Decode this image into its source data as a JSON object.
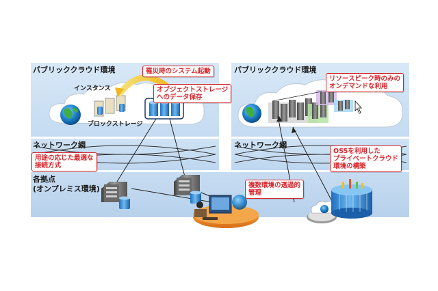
{
  "left_panel": {
    "title": "パブリッククラウド環境",
    "instance_label": "インスタンス",
    "block_storage_label": "ブロックストレージ",
    "callout_disaster": "罹災時のシステム起動",
    "callout_object_storage_line1": "オブジェクトストレージ",
    "callout_object_storage_line2": "へのデータ保存"
  },
  "right_panel": {
    "title": "パブリッククラウド環境",
    "callout_peak_line1": "リソースピーク時のみの",
    "callout_peak_line2": "オンデマンドな利用"
  },
  "network": {
    "left_title": "ネットワーク網",
    "right_title": "ネットワーク網",
    "callout_connection_line1": "用途の応じた最適な",
    "callout_connection_line2": "接続方式"
  },
  "onprem": {
    "title_line1": "各拠点",
    "title_line2": "(オンプレミス環境)",
    "callout_transparent_line1": "複数環境の透過的",
    "callout_transparent_line2": "管理",
    "callout_oss_line1": "OSSを利用した",
    "callout_oss_line2": "プライベートクラウド",
    "callout_oss_line3": "環境の構築"
  },
  "colors": {
    "callout_border": "#d8262c",
    "band": "#c4dbf1",
    "arrow": "#f0c020"
  }
}
